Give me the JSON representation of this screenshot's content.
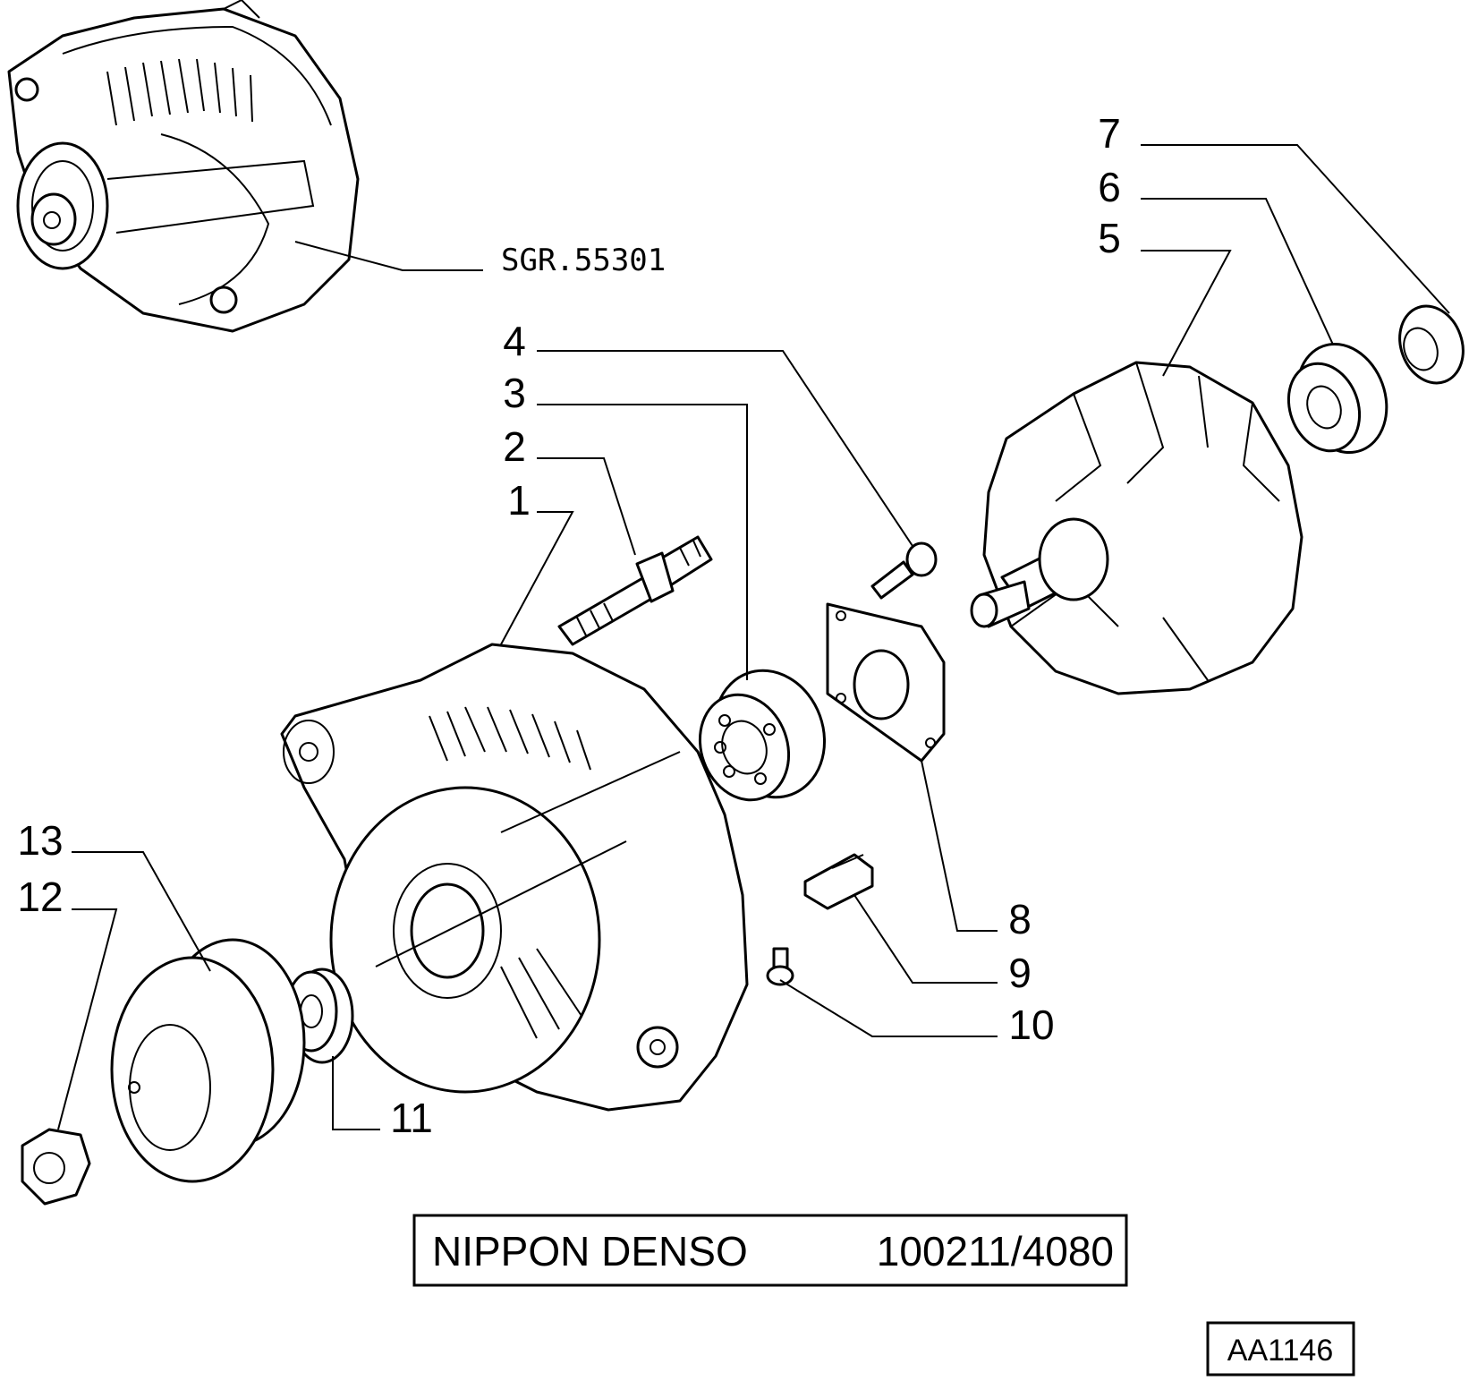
{
  "diagram": {
    "assembly_ref": "SGR.55301",
    "title_manufacturer": "NIPPON DENSO",
    "title_code": "100211/4080",
    "drawing_id": "AA1146",
    "callouts": [
      "1",
      "2",
      "3",
      "4",
      "5",
      "6",
      "7",
      "8",
      "9",
      "10",
      "11",
      "12",
      "13"
    ]
  }
}
